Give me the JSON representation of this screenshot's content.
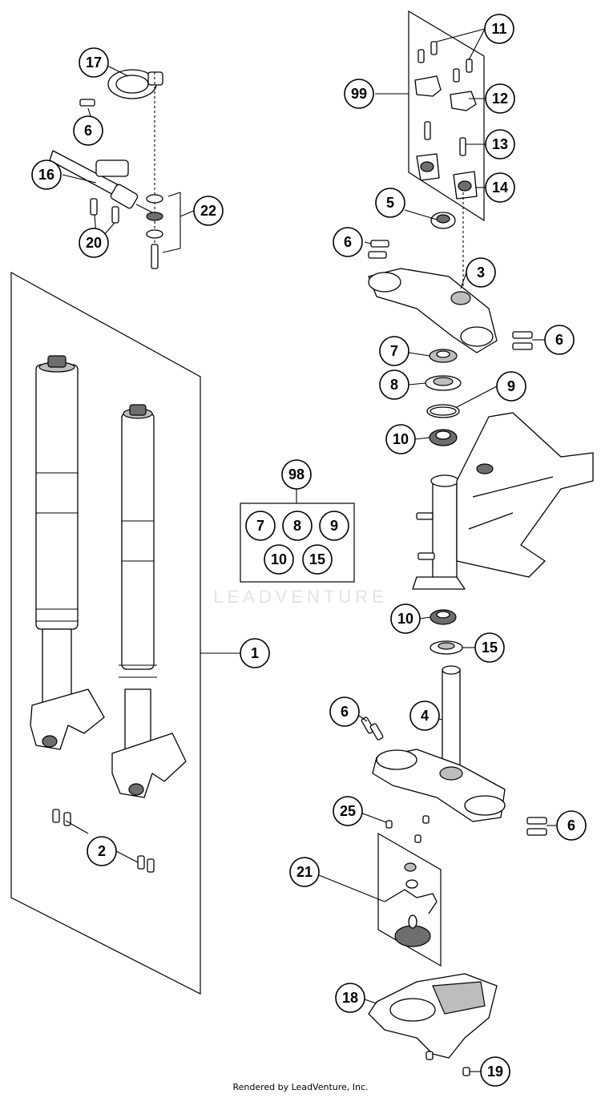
{
  "watermark": "LEADVENTURE",
  "footer": "Rendered by LeadVenture, Inc.",
  "kit_98": {
    "number": "98",
    "items": [
      "7",
      "8",
      "9",
      "10",
      "15"
    ]
  },
  "callouts": [
    {
      "id": "c17",
      "number": "17"
    },
    {
      "id": "c6a",
      "number": "6"
    },
    {
      "id": "c16",
      "number": "16"
    },
    {
      "id": "c20",
      "number": "20"
    },
    {
      "id": "c22",
      "number": "22"
    },
    {
      "id": "c11",
      "number": "11"
    },
    {
      "id": "c99",
      "number": "99"
    },
    {
      "id": "c12",
      "number": "12"
    },
    {
      "id": "c13",
      "number": "13"
    },
    {
      "id": "c14",
      "number": "14"
    },
    {
      "id": "c5",
      "number": "5"
    },
    {
      "id": "c6b",
      "number": "6"
    },
    {
      "id": "c3",
      "number": "3"
    },
    {
      "id": "c6c",
      "number": "6"
    },
    {
      "id": "c7",
      "number": "7"
    },
    {
      "id": "c8",
      "number": "8"
    },
    {
      "id": "c9",
      "number": "9"
    },
    {
      "id": "c10a",
      "number": "10"
    },
    {
      "id": "c1",
      "number": "1"
    },
    {
      "id": "c10b",
      "number": "10"
    },
    {
      "id": "c15",
      "number": "15"
    },
    {
      "id": "c6d",
      "number": "6"
    },
    {
      "id": "c4",
      "number": "4"
    },
    {
      "id": "c25",
      "number": "25"
    },
    {
      "id": "c6e",
      "number": "6"
    },
    {
      "id": "c2",
      "number": "2"
    },
    {
      "id": "c21",
      "number": "21"
    },
    {
      "id": "c18",
      "number": "18"
    },
    {
      "id": "c19",
      "number": "19"
    }
  ]
}
